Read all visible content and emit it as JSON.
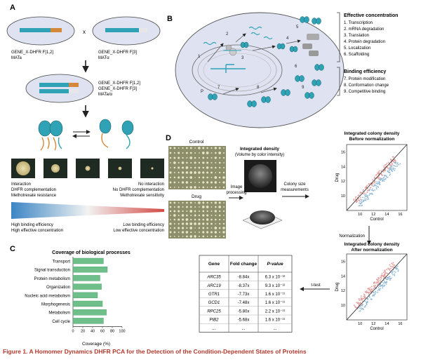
{
  "figure": {
    "caption": "Figure 1. A Homomer Dynamics DHFR PCA for the Detection of the Condition-Dependent States of Proteins",
    "colors": {
      "accent": "#2fa3b5",
      "orange": "#d4893a",
      "red": "#d24a45",
      "green": "#6fbf8a",
      "blue": "#4b8fc9"
    }
  },
  "panel_a": {
    "label": "A",
    "strain_left": {
      "line1": "GENE_X-DHFR F[1,2]",
      "line2": "MATa"
    },
    "cross": "x",
    "strain_right": {
      "line1": "GENE_X-DHFR F[3]",
      "line2": "MATα"
    },
    "diploid": {
      "line1": "GENE_X-DHFR F[1,2]",
      "line2": "GENE_X-DHFR F[3]",
      "line3": "MATa/α"
    },
    "interaction": {
      "line1": "Interaction",
      "line2": "DHFR complementation",
      "line3": "Methotrexate resistance"
    },
    "no_interaction": {
      "line1": "No interaction",
      "line2": "No DHFR complementation",
      "line3": "Methotrexate sensitivity"
    },
    "gradient_left": {
      "line1": "High binding efficiency",
      "line2": "High effective concentration"
    },
    "gradient_right": {
      "line1": "Low binding efficiency",
      "line2": "Low effective concentration"
    }
  },
  "panel_b": {
    "label": "B",
    "effective_concentration": {
      "title": "Effective concentration",
      "items": [
        "1. Transcription",
        "2. mRNA degradation",
        "3. Translation",
        "4. Protein degradation",
        "5. Localization",
        "6. Scaffolding"
      ]
    },
    "binding_efficiency": {
      "title": "Binding efficiency",
      "items": [
        "7. Protein modification",
        "8. Conformation change",
        "9. Competitive binding"
      ]
    },
    "step_numbers": [
      "1",
      "2",
      "3",
      "4",
      "5",
      "6",
      "7",
      "8",
      "9"
    ],
    "p_label": "P"
  },
  "panel_c": {
    "label": "C",
    "chart_data": {
      "type": "bar",
      "orientation": "horizontal",
      "title": "Coverage of biological processes",
      "categories": [
        "Transport",
        "Signal transduction",
        "Protein metabolism",
        "Organization",
        "Nucleic acid metabolism",
        "Morphogenesis",
        "Metabolism",
        "Cell cycle"
      ],
      "values": [
        62,
        70,
        55,
        58,
        50,
        60,
        68,
        62
      ],
      "xlabel": "Coverage (%)",
      "xlim": [
        0,
        100
      ],
      "xticks": [
        "0",
        "20",
        "40",
        "60",
        "80",
        "100"
      ],
      "color": "#6fbf8a"
    }
  },
  "panel_d": {
    "label": "D",
    "control_label": "Control",
    "drug_label": "Drug",
    "density_title": {
      "line1": "Integrated density",
      "line2": "(Volume by color intensity)"
    },
    "image_processing": {
      "line1": "Image",
      "line2": "processing"
    },
    "colony_size": {
      "line1": "Colony size",
      "line2": "measurements"
    },
    "normalization_label": "Normalization",
    "ttest_label": "t-test",
    "scatter_before": {
      "title": {
        "line1": "Integrated colony density",
        "line2": "Before normalization"
      },
      "type": "scatter",
      "xlabel": "Control",
      "ylabel": "Drug",
      "xlim": [
        8,
        17
      ],
      "ylim": [
        8,
        17
      ],
      "xticks": [
        "10",
        "12",
        "14",
        "16"
      ],
      "yticks": [
        "10",
        "12",
        "14",
        "16"
      ]
    },
    "scatter_after": {
      "title": {
        "line1": "Integrated colony density",
        "line2": "After normalization"
      },
      "type": "scatter",
      "xlabel": "Control",
      "ylabel": "Drug",
      "xlim": [
        8,
        17
      ],
      "ylim": [
        8,
        17
      ],
      "xticks": [
        "10",
        "12",
        "14",
        "16"
      ],
      "yticks": [
        "10",
        "12",
        "14",
        "16"
      ]
    },
    "table": {
      "headers": [
        "Gene",
        "Fold change",
        "P-value"
      ],
      "rows": [
        [
          "ARC35",
          "-8.84x",
          "6.3 x 10⁻¹²"
        ],
        [
          "ARC19",
          "-8.37x",
          "9.3 x 10⁻¹²"
        ],
        [
          "GTR1",
          "-7.73x",
          "1.6 x 10⁻¹¹"
        ],
        [
          "GCD1",
          "-7.48x",
          "1.6 x 10⁻¹¹"
        ],
        [
          "RPC25",
          "-5.80x",
          "2.2 x 10⁻¹¹"
        ],
        [
          "PIB2",
          "-5.68x",
          "1.6 x 10⁻¹¹"
        ],
        [
          "...",
          "...",
          "..."
        ]
      ]
    }
  }
}
